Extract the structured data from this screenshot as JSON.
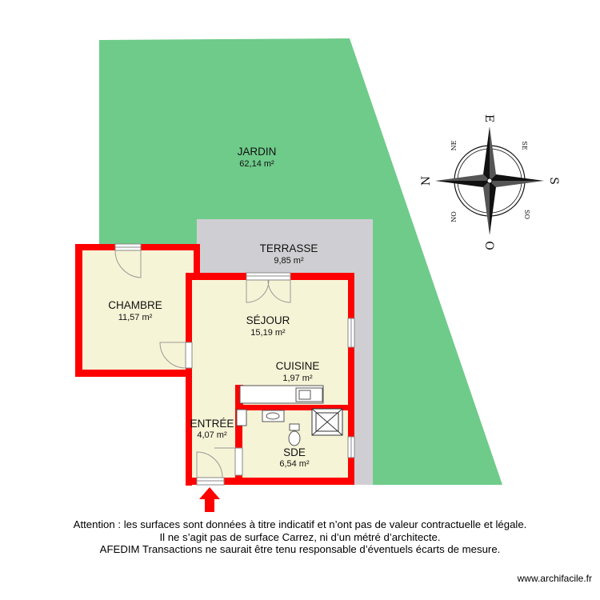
{
  "rooms": [
    {
      "id": "jardin",
      "name": "JARDIN",
      "area": "62,14 m²"
    },
    {
      "id": "terrasse",
      "name": "TERRASSE",
      "area": "9,85 m²"
    },
    {
      "id": "chambre",
      "name": "CHAMBRE",
      "area": "11,57 m²"
    },
    {
      "id": "sejour",
      "name": "SÉJOUR",
      "area": "15,19 m²"
    },
    {
      "id": "cuisine",
      "name": "CUISINE",
      "area": "1,97 m²"
    },
    {
      "id": "entree",
      "name": "ENTRÉE",
      "area": "4,07 m²"
    },
    {
      "id": "sde",
      "name": "SDE",
      "area": "6,54 m²"
    }
  ],
  "compass": {
    "north": "N",
    "south": "S",
    "east": "E",
    "west": "O",
    "northeast": "NE",
    "southeast": "SE",
    "northwest": "NO",
    "southwest": "SO"
  },
  "disclaimer": [
    "Attention : les surfaces sont données à titre indicatif et n’ont pas de valeur contractuelle et légale.",
    "Il ne s’agit pas de surface Carrez, ni d’un métré d’architecte.",
    "AFEDIM Transactions ne saurait être tenu responsable d’éventuels écarts de mesure."
  ],
  "watermark": "www.archifacile.fr",
  "colors": {
    "garden": "#6fcb8a",
    "terrace": "#cfcfd3",
    "room_fill": "#f6f4d6",
    "wall": "#ff0000",
    "entrance_arrow": "#ff0000"
  }
}
